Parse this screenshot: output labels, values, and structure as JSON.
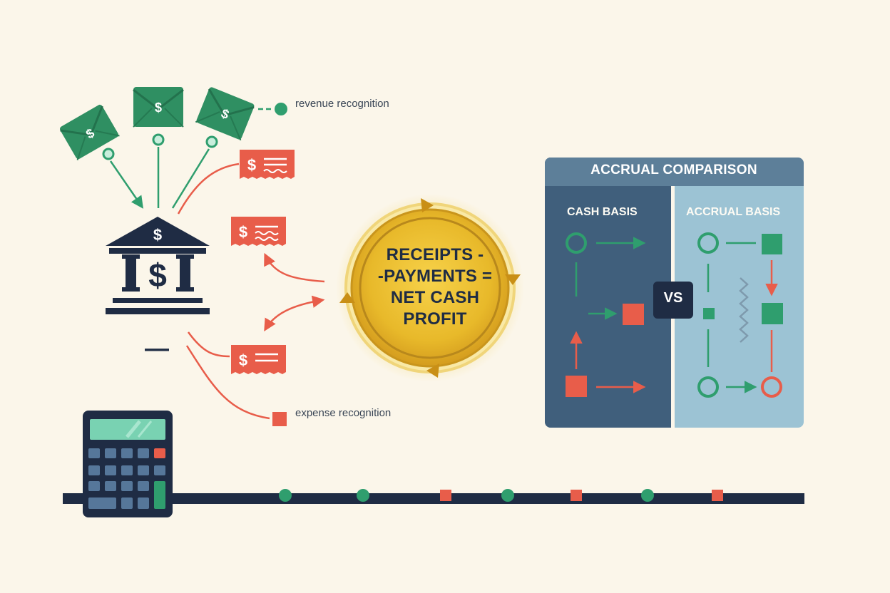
{
  "diagram": {
    "revenue_label": "revenue recognition",
    "expense_label": "expense recognition",
    "formula_lines": [
      "RECEIPTS -",
      "-PAYMENTS =",
      "NET CASH",
      "PROFIT"
    ],
    "minus_sign": "—",
    "currency_symbol": "$",
    "comparison": {
      "title": "ACCRUAL COMPARISON",
      "left_title": "CASH BASIS",
      "right_title": "ACCRUAL BASIS",
      "vs_label": "VS"
    },
    "timeline_markers": [
      "revenue",
      "revenue",
      "expense",
      "revenue",
      "expense",
      "revenue",
      "expense"
    ],
    "colors": {
      "revenue": "#2f9e6e",
      "expense": "#e85d4a",
      "navy": "#1f2c44",
      "gold": "#e0b52c",
      "background": "#fbf6ea",
      "cash_panel": "#405f7c",
      "accrual_panel": "#9cc3d4"
    },
    "icons": [
      "envelope-money-icon",
      "bank-icon",
      "receipt-icon",
      "gold-coin-icon",
      "calculator-icon"
    ]
  }
}
